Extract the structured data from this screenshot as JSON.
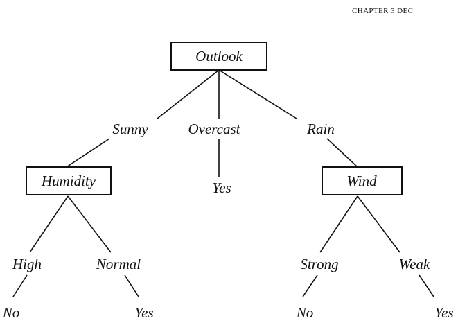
{
  "header": {
    "text": "CHAPTER 3  DEC"
  },
  "tree": {
    "root": "Outlook",
    "humidity": "Humidity",
    "wind": "Wind",
    "branches": {
      "sunny": "Sunny",
      "overcast": "Overcast",
      "rain": "Rain",
      "high": "High",
      "normal": "Normal",
      "strong": "Strong",
      "weak": "Weak"
    },
    "leaves": {
      "overcast_yes": "Yes",
      "high_no": "No",
      "normal_yes": "Yes",
      "strong_no": "No",
      "weak_yes": "Yes"
    }
  }
}
